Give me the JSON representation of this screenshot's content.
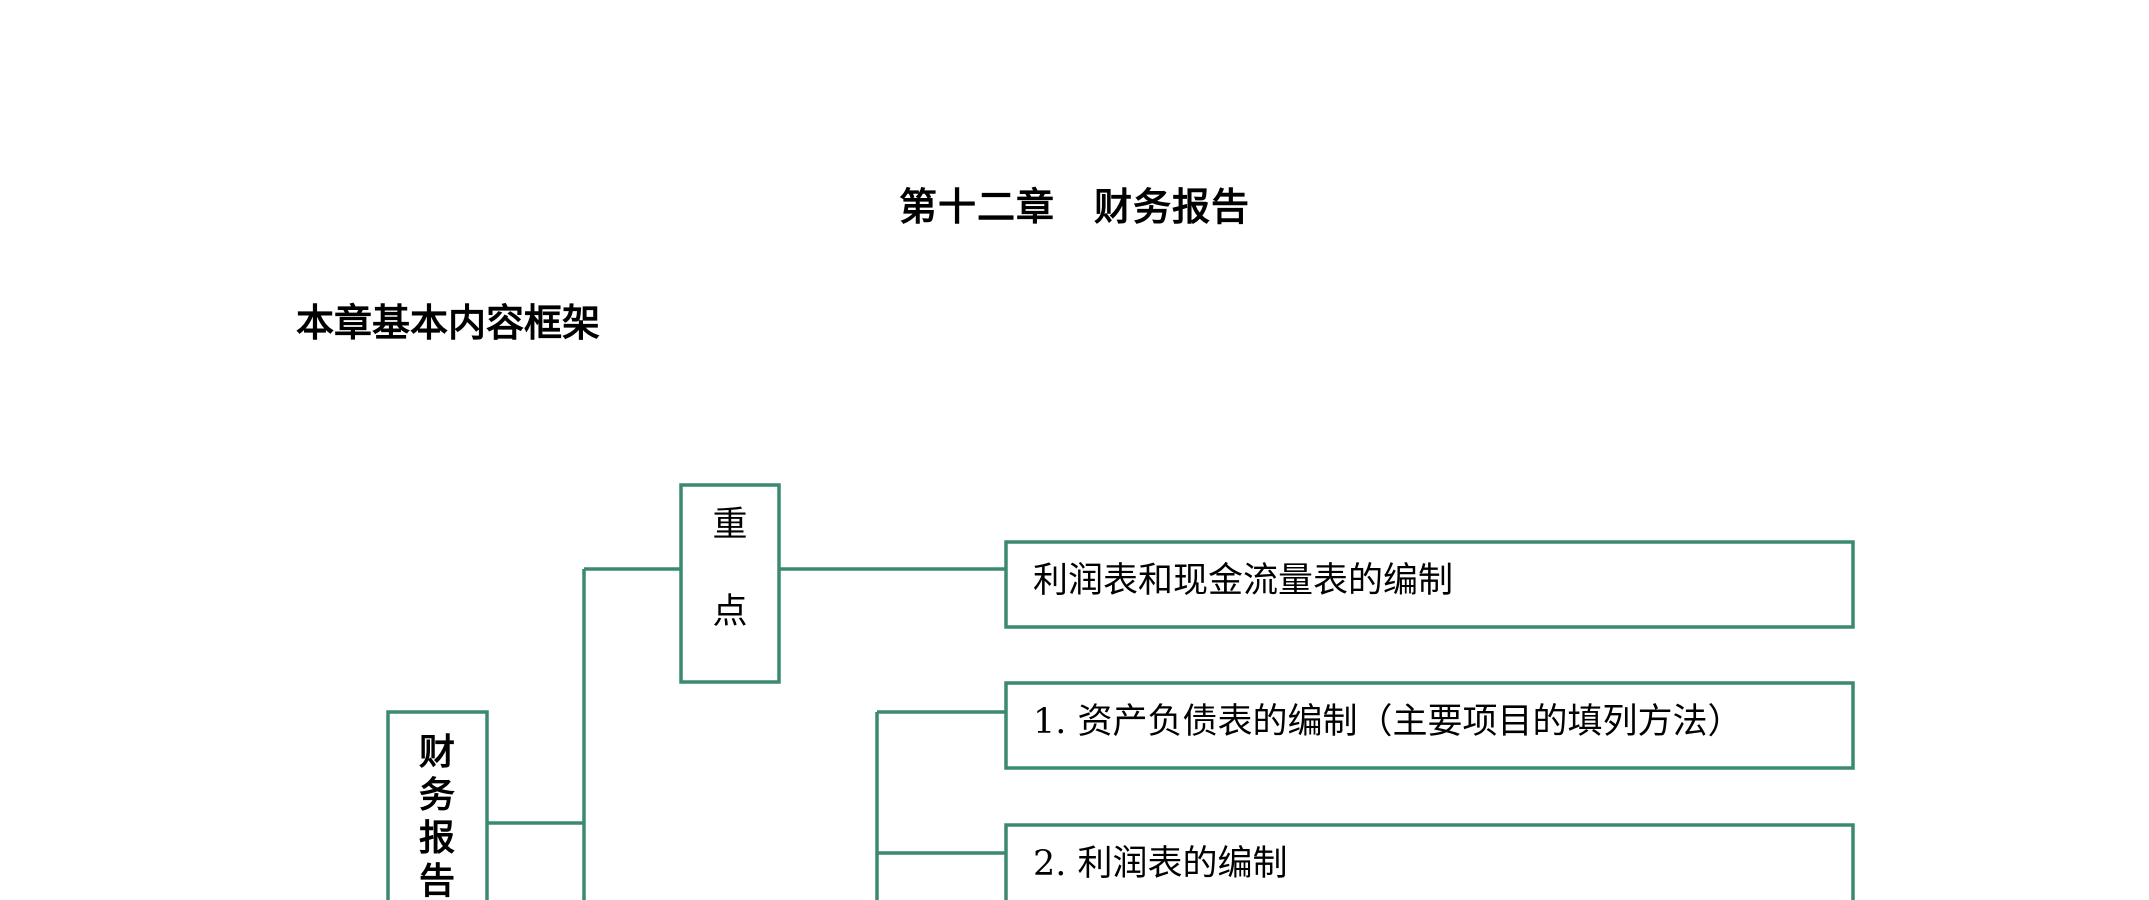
{
  "document": {
    "chapter_title": "第十二章　财务报告",
    "section_heading": "本章基本内容框架"
  },
  "diagram": {
    "line_color": "#3b8a6e",
    "root": {
      "chars": [
        "财",
        "务",
        "报",
        "告"
      ]
    },
    "key_points": {
      "chars": [
        "重",
        "点"
      ],
      "items": [
        "利润表和现金流量表的编制"
      ]
    },
    "content_items": [
      "1. 资产负债表的编制（主要项目的填列方法）",
      "2. 利润表的编制"
    ]
  }
}
